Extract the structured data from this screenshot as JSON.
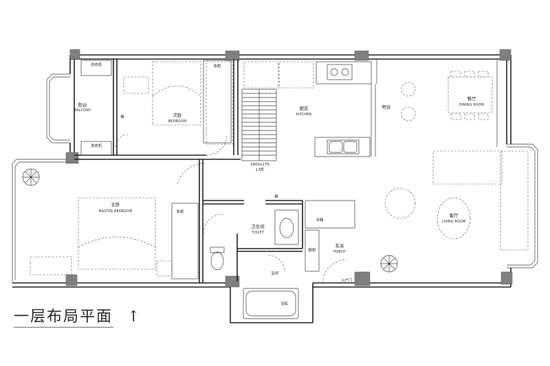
{
  "title": "一层布局平面",
  "north_arrow": "↑",
  "rooms": {
    "balcony": {
      "cn": "阳台",
      "en": "BALCONY"
    },
    "second_bedroom": {
      "cn": "次卧",
      "en": "BEDROOM"
    },
    "kitchen": {
      "cn": "厨房",
      "en": "KITCHEN"
    },
    "bar": {
      "cn": "吧台"
    },
    "dining": {
      "cn": "餐厅",
      "en": "DINING ROOM"
    },
    "master_bedroom": {
      "cn": "主卧",
      "en": "MASTER BEDROOM"
    },
    "toilet": {
      "cn": "卫生间",
      "en": "TOILET"
    },
    "porch": {
      "cn": "玄关",
      "en": "PORCH"
    },
    "living": {
      "cn": "客厅",
      "en": "LIVING ROOM"
    }
  },
  "labels": {
    "washer": "洗衣机",
    "dryer": "洗衣机",
    "wardrobe_top": "衣柜",
    "wardrobe_master": "衣柜",
    "push": "推",
    "push_toilet": "推",
    "fridge": "冰箱",
    "shoe_cabinet": "鞋柜",
    "shower_curtain": "浴帘",
    "bathtub": "浴缸",
    "entrance": "入户门",
    "stair_note": "2600x175",
    "stair_steps": "17阶"
  }
}
